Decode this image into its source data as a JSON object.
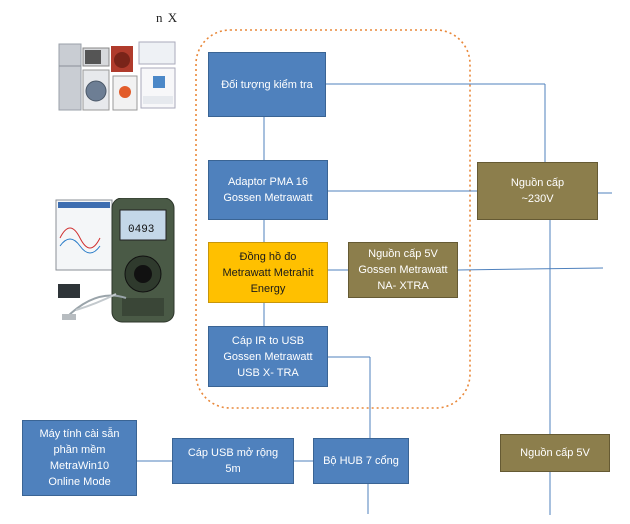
{
  "annotation": "n X",
  "boxes": {
    "test_object": "Đối tượng kiểm tra",
    "adaptor": "Adaptor PMA 16\nGossen Metrawatt",
    "meter": "Đồng hồ đo\nMetrawatt Metrahit\nEnergy",
    "psu_5v_metrawatt": "Nguồn cấp 5V\nGossen Metrawatt\nNA- XTRA",
    "ir_usb": "Cáp IR to USB\nGossen Metrawatt\nUSB X- TRA",
    "psu_230v": "Nguồn cấp\n~230V",
    "computer": "Máy tính cài sẵn\nphần mềm\nMetraWin10\nOnline Mode",
    "usb_ext": "Cáp USB mở rộng\n5m",
    "usb_hub": "Bộ HUB 7 cổng",
    "psu_5v": "Nguồn cấp 5V"
  },
  "colors": {
    "box_blue": "#4f81bd",
    "box_gold": "#ffc000",
    "box_olive": "#8c7e4c",
    "line_blue": "#4f81bd",
    "dotted_border": "#e9883a"
  },
  "images": [
    "home-appliances-photo",
    "multimeter-photo"
  ]
}
